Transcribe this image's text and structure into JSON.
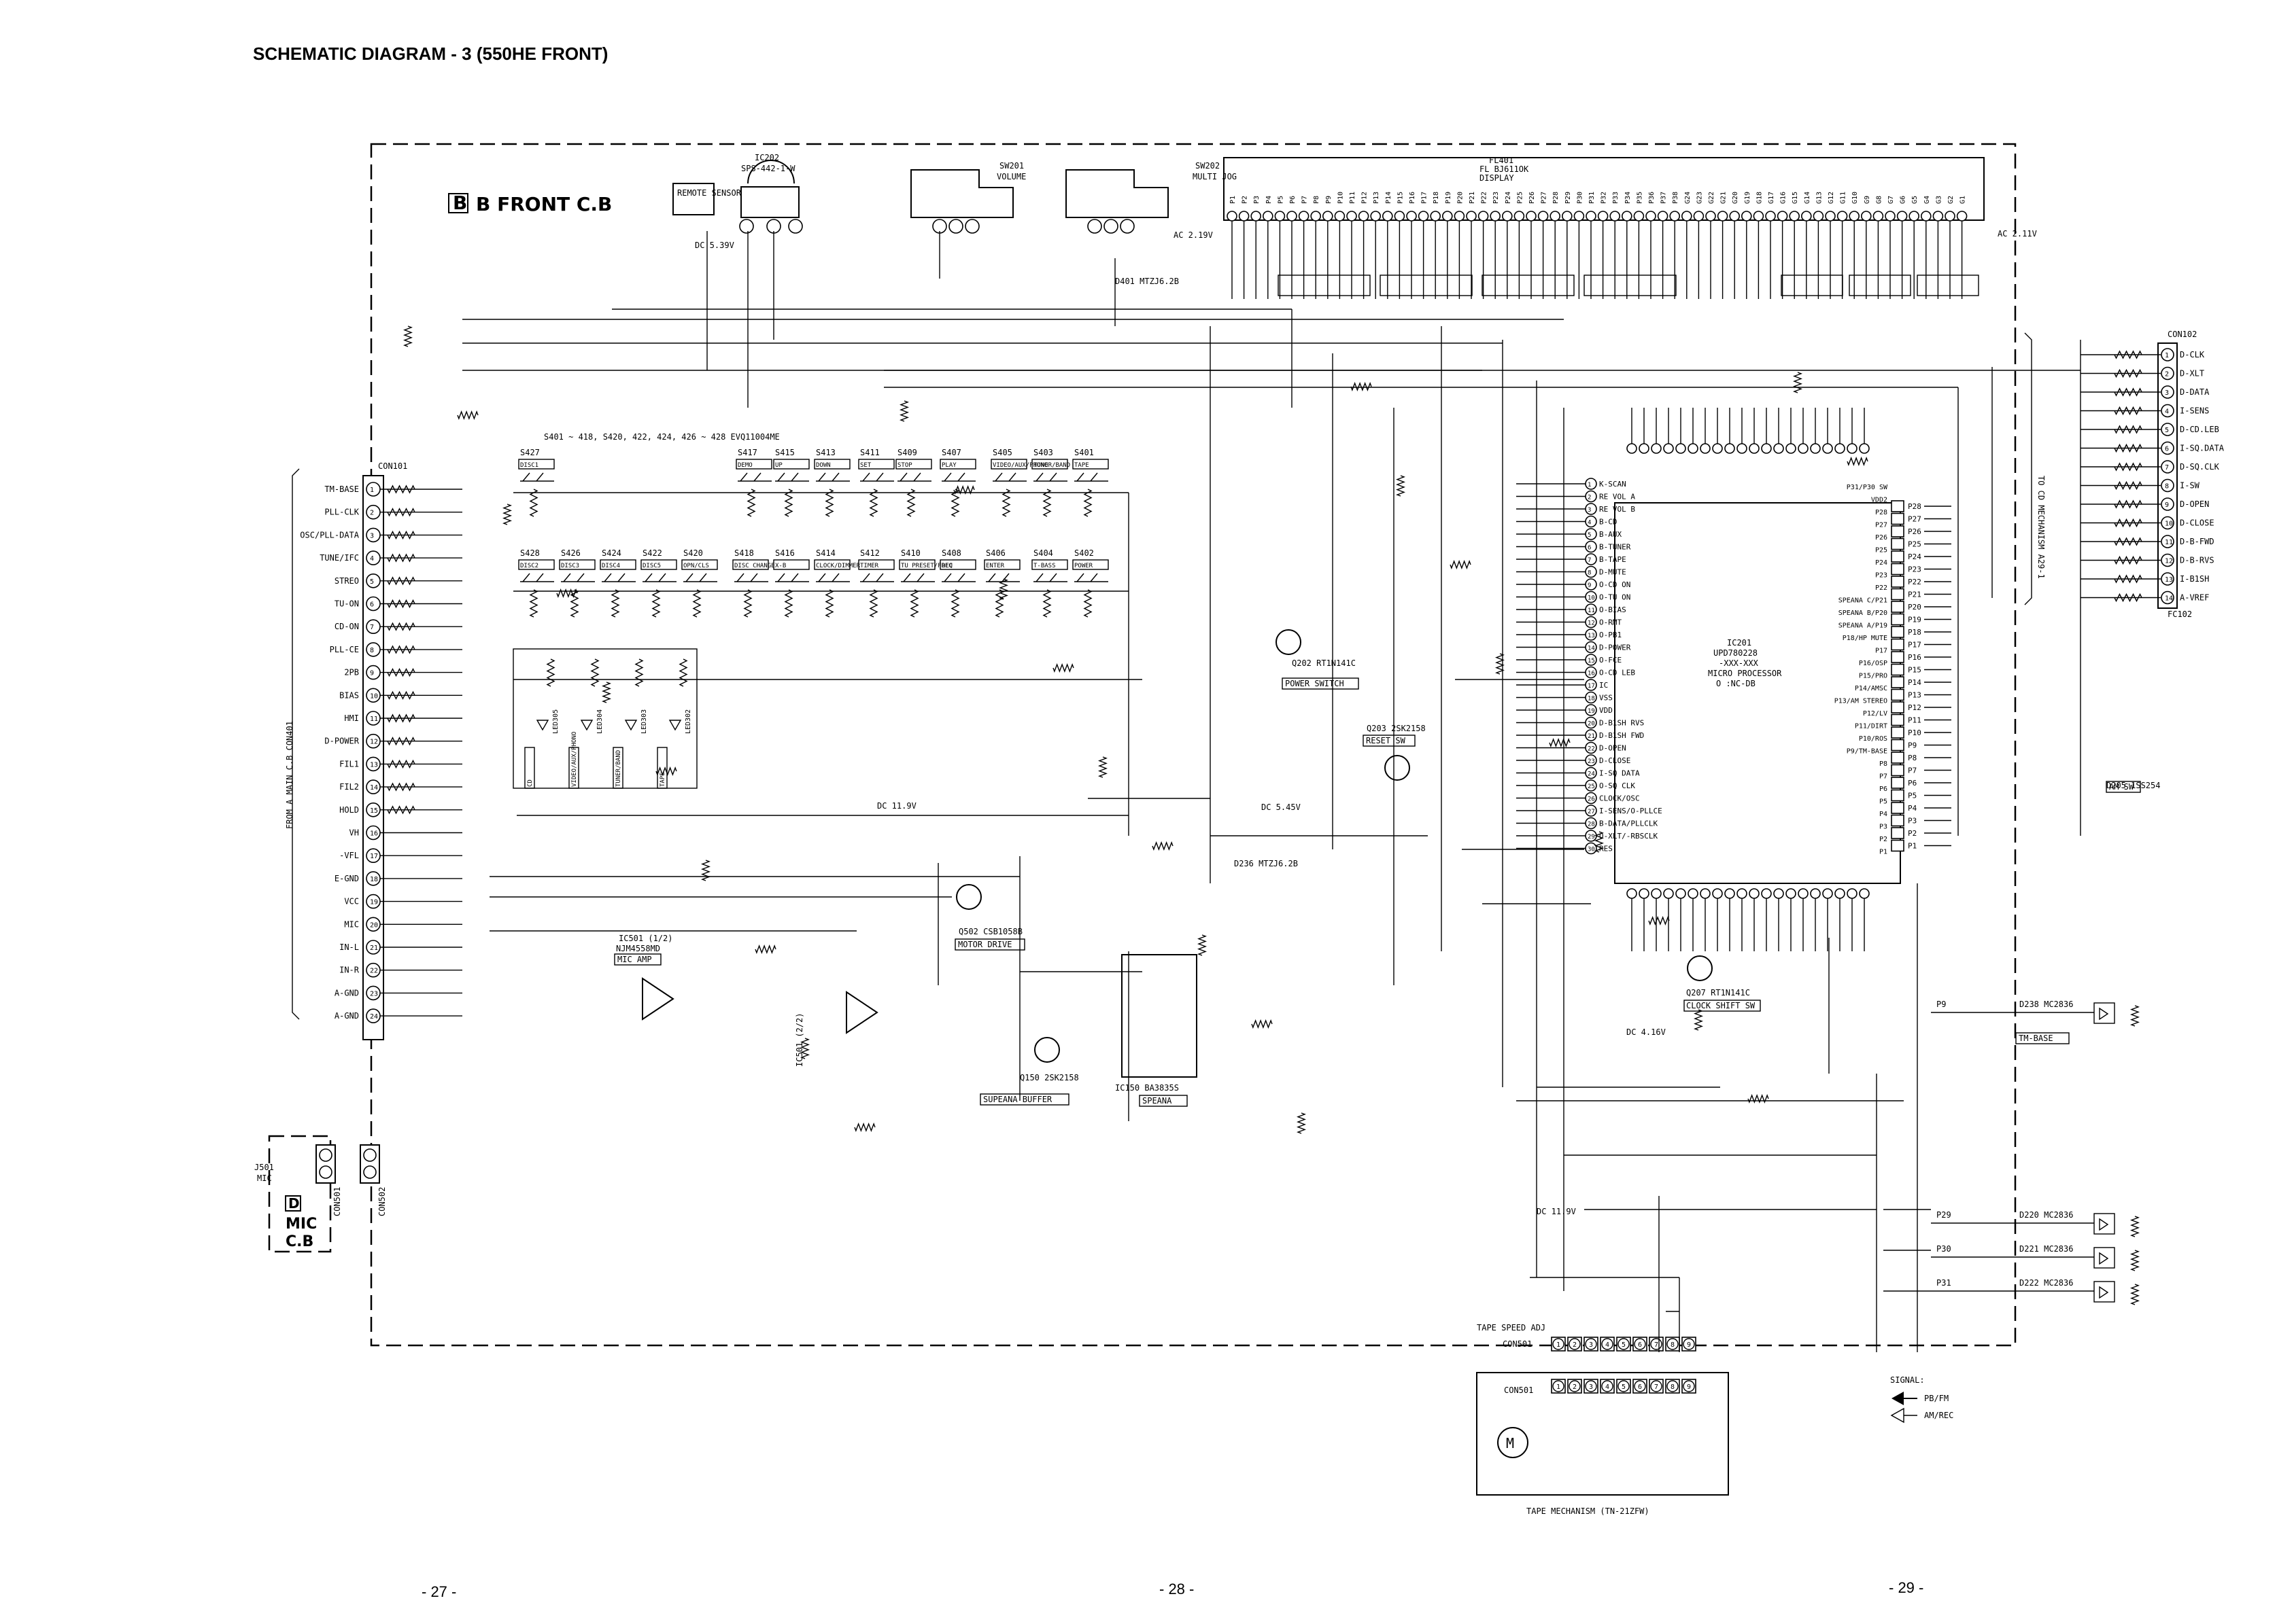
{
  "header": {
    "title": "SCHEMATIC DIAGRAM - 3 (550HE FRONT)"
  },
  "board": {
    "label": "B FRONT C.B",
    "mic_board": "D MIC C.B",
    "from_main": "FROM A MAIN C.B CON401",
    "to_mech": "TO CD MECHANISM A29-1"
  },
  "footer": {
    "page_left": "- 27 -",
    "page_mid": "- 28 -",
    "page_right": "- 29 -"
  },
  "parts": {
    "ic202": "IC202",
    "ic202_model": "SPS-442-1-W",
    "remote": "REMOTE SENSOR",
    "sw201": "SW201",
    "sw201_fn": "VOLUME",
    "sw202": "SW202",
    "sw202_fn": "MULTI JOG",
    "fl401": "FL401",
    "fl401_model": "FL BJ611OK",
    "fl401_fn": "DISPLAY",
    "ic201": "IC201",
    "ic201_model": "UPD780228",
    "ic201_code": "-XXX-XXX",
    "ic201_fn": "MICRO PROCESSOR",
    "ic201_nc": "O :NC-DB",
    "ic501": "IC501 (1/2)",
    "ic501_model": "NJM4558MD",
    "ic501_fn": "MIC AMP",
    "ic150": "IC150 BA3835S",
    "ic150_fn": "SPEANA",
    "q150": "Q150 2SK2158",
    "q150_fn": "SUPEANA BUFFER",
    "q202": "Q202 RT1N141C",
    "q202_fn": "POWER SWITCH",
    "q203": "Q203 2SK2158",
    "q203_fn": "RESET SW",
    "q207": "Q207 RT1N141C",
    "q207_fn": "CLOCK SHIFT SW",
    "q502": "Q502 CSB1058B",
    "q502_fn": "MOTOR DRIVE",
    "con101": "CON101",
    "con102": "CON102",
    "fc102": "FC102",
    "con501": "CON501",
    "con502": "CON502",
    "j501": "J501",
    "j501_fn": "MIC",
    "tape": "TAPE MECHANISM (TN-21ZFW)",
    "tape_speed": "TAPE SPEED ADJ",
    "keys_note": "S401 ~ 418, S420, 422, 424, 426 ~ 428  EVQ11004ME"
  },
  "con101_pins": [
    "TM-BASE",
    "PLL-CLK",
    "OSC/PLL-DATA",
    "TUNE/IFC",
    "STREO",
    "TU-ON",
    "CD-ON",
    "PLL-CE",
    "2PB",
    "BIAS",
    "HMI",
    "D-POWER",
    "FIL1",
    "FIL2",
    "HOLD",
    "VH",
    "-VFL",
    "E-GND",
    "VCC",
    "MIC",
    "IN-L",
    "IN-R",
    "A-GND",
    "A-GND"
  ],
  "con102_pins": [
    "D-CLK",
    "D-XLT",
    "D-DATA",
    "I-SENS",
    "D-CD.LEB",
    "I-SQ.DATA",
    "D-SQ.CLK",
    "I-SW",
    "D-OPEN",
    "D-CLOSE",
    "D-B-FWD",
    "D-B-RVS",
    "I-B1SH",
    "A-VREF"
  ],
  "ic201_left_pins": [
    "K-SCAN",
    "RE VOL A",
    "RE VOL B",
    "B-CD",
    "B-AUX",
    "B-TUNER",
    "B-TAPE",
    "D-MUTE",
    "O-CD ON",
    "O-TU ON",
    "O-BIAS",
    "O-RMT",
    "O-PB1",
    "D-POWER",
    "O-FCE",
    "O-CD LEB",
    "IC",
    "VSS",
    "VDD",
    "D-B1SH RVS",
    "D-B1SH FWD",
    "D-OPEN",
    "D-CLOSE",
    "I-SQ DATA",
    "O-SQ CLK",
    "CLOCK/OSC",
    "I-SENS/O-PLLCE",
    "B-DATA/PLLCLK",
    "O-XLT/-RBSCLK",
    "RES"
  ],
  "ic201_right_pins": [
    "P28",
    "P27",
    "P26",
    "P25",
    "P24",
    "P23",
    "P22",
    "P21",
    "P20",
    "P19",
    "P18",
    "P17",
    "P16",
    "P15",
    "P14",
    "P13",
    "P12",
    "P11",
    "P10",
    "P9",
    "P8",
    "P7",
    "P6",
    "P5",
    "P4",
    "P3",
    "P2",
    "P1"
  ],
  "ic201_right_labels": [
    "P31/P30 SW",
    "VDD2",
    "P28",
    "P27",
    "P26",
    "P25",
    "P24",
    "P23",
    "P22",
    "SPEANA C/P21",
    "SPEANA B/P20",
    "SPEANA A/P19",
    "P18/HP MUTE",
    "P17",
    "P16/OSP",
    "P15/PRO",
    "P14/AMSC",
    "P13/AM STEREO",
    "P12/LV",
    "P11/DIRT",
    "P10/ROS",
    "P9/TM-BASE",
    "P8",
    "P7",
    "P6",
    "P5",
    "P4",
    "P3",
    "P2",
    "P1"
  ],
  "switches_top": [
    {
      "ref": "S427",
      "fn": "DISC1"
    },
    {
      "ref": "S417",
      "fn": "DEMO"
    },
    {
      "ref": "S415",
      "fn": "UP"
    },
    {
      "ref": "S413",
      "fn": "DOWN"
    },
    {
      "ref": "S411",
      "fn": "SET"
    },
    {
      "ref": "S409",
      "fn": "STOP"
    },
    {
      "ref": "S407",
      "fn": "PLAY"
    },
    {
      "ref": "S405",
      "fn": "VIDEO/AUX/PHONO"
    },
    {
      "ref": "S403",
      "fn": "TUNER/BAND"
    },
    {
      "ref": "S401",
      "fn": "TAPE"
    }
  ],
  "switches_bottom": [
    {
      "ref": "S428",
      "fn": "DISC2"
    },
    {
      "ref": "S426",
      "fn": "DISC3"
    },
    {
      "ref": "S424",
      "fn": "DISC4"
    },
    {
      "ref": "S422",
      "fn": "DISC5"
    },
    {
      "ref": "S420",
      "fn": "OPN/CLS"
    },
    {
      "ref": "S418",
      "fn": "DISC CHANGE"
    },
    {
      "ref": "S416",
      "fn": "X-B"
    },
    {
      "ref": "S414",
      "fn": "CLOCK/DIMMER"
    },
    {
      "ref": "S412",
      "fn": "TIMER"
    },
    {
      "ref": "S410",
      "fn": "TU PRESET/FREQ"
    },
    {
      "ref": "S408",
      "fn": "DEC"
    },
    {
      "ref": "S406",
      "fn": "ENTER"
    },
    {
      "ref": "S404",
      "fn": "T-BASS"
    },
    {
      "ref": "S402",
      "fn": "POWER"
    }
  ],
  "leds": [
    {
      "ref": "LED305",
      "fn": "CD"
    },
    {
      "ref": "LED304",
      "fn": "VIDEO/AUX/PHONO"
    },
    {
      "ref": "LED303",
      "fn": "TUNER/BAND"
    },
    {
      "ref": "LED302",
      "fn": "TAPE"
    }
  ],
  "drivers": [
    {
      "ref": "D238 MC2836",
      "fn": "TM-BASE",
      "port": "P9"
    },
    {
      "ref": "D220 MC2836",
      "fn": "",
      "port": "P29"
    },
    {
      "ref": "D221 MC2836",
      "fn": "",
      "port": "P30"
    },
    {
      "ref": "D222 MC2836",
      "fn": "",
      "port": "P31"
    }
  ],
  "misc": {
    "am_sw": "AM SW",
    "d205": "D205 1SS254",
    "ac_219": "AC 2.19V",
    "ac_211": "AC 2.11V",
    "dc_539": "DC 5.39V",
    "dc_119": "DC 11.9V",
    "dc_545": "DC 5.45V",
    "dc_416": "DC 4.16V",
    "dc_119b": "DC 11.9V",
    "zd": "D236 MTZJ6.2B",
    "zd2": "D401 MTZJ6.2B"
  },
  "signal": {
    "title": "SIGNAL:",
    "pb": "PB/FM",
    "am": "AM/REC"
  }
}
